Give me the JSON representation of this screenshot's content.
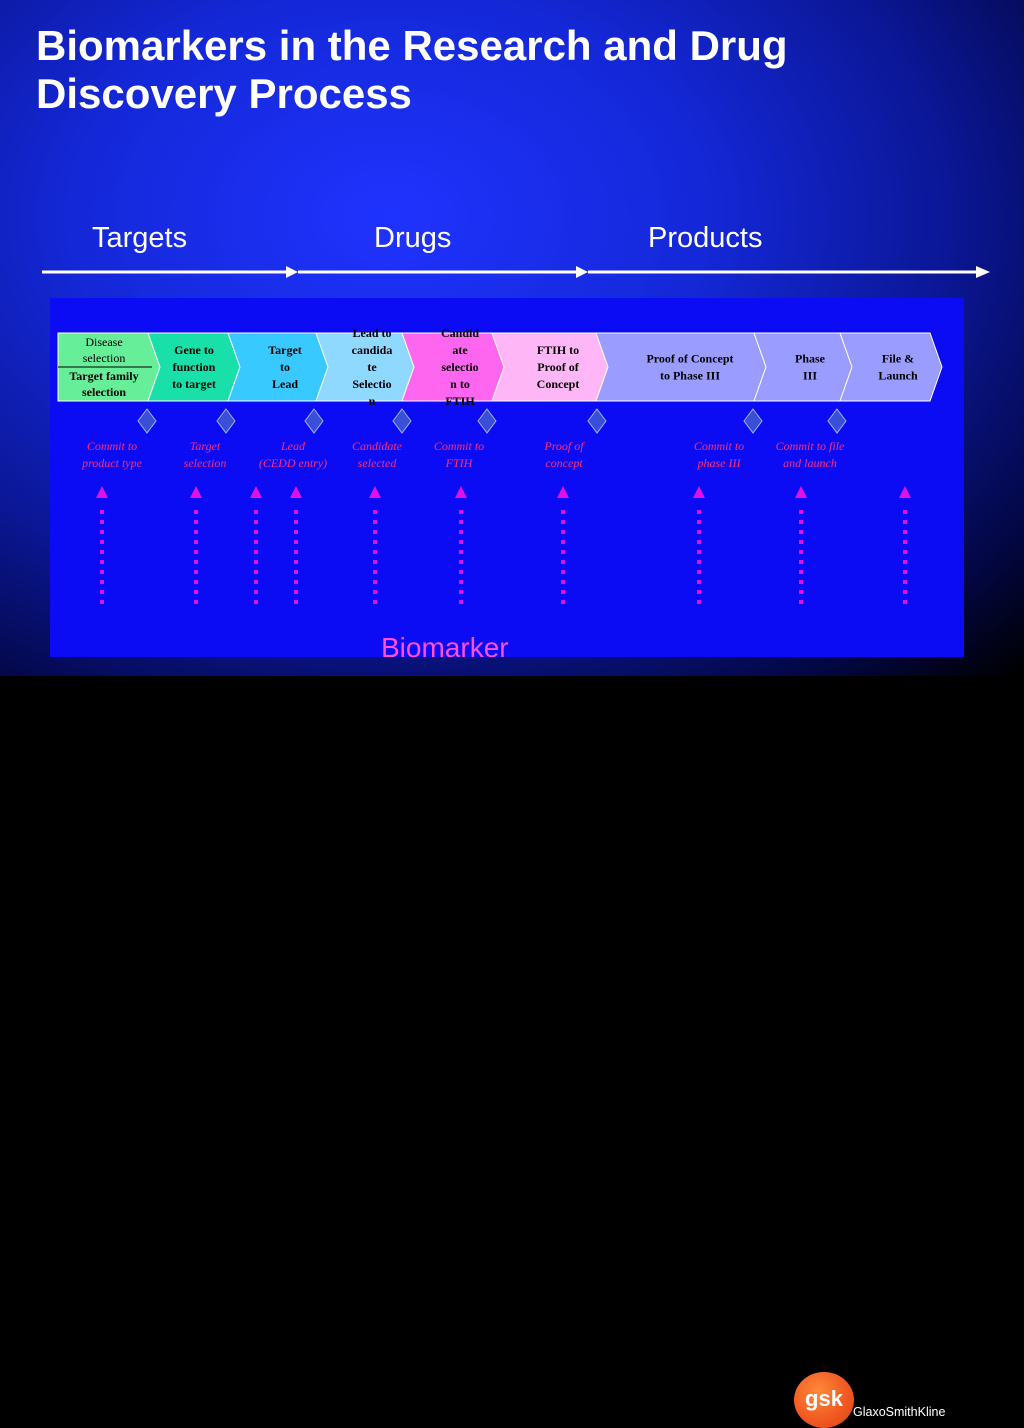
{
  "title": "Biomarkers in the Research and Drug Discovery Process",
  "phases": [
    "Targets",
    "Drugs",
    "Products"
  ],
  "stages": [
    {
      "lines": [
        "Disease",
        "selection"
      ],
      "lines2": [
        "Target family",
        "selection"
      ],
      "color": "#66ee99"
    },
    {
      "lines": [
        "Gene to",
        "function",
        "to target"
      ],
      "color": "#19e0a8"
    },
    {
      "lines": [
        "Target",
        "to",
        "Lead"
      ],
      "color": "#37c9ff"
    },
    {
      "lines": [
        "Lead to",
        "candida",
        "te",
        "Selectio",
        "n"
      ],
      "color": "#8fd8ff"
    },
    {
      "lines": [
        "Candid",
        "ate",
        "selectio",
        "n to",
        "FTIH"
      ],
      "color": "#ff66f0"
    },
    {
      "lines": [
        "FTIH to",
        "Proof of",
        "Concept"
      ],
      "color": "#ffb6f6"
    },
    {
      "lines": [
        "Proof of Concept",
        "to Phase III"
      ],
      "color": "#9a9cff"
    },
    {
      "lines": [
        "Phase",
        "III"
      ],
      "color": "#9a9cff"
    },
    {
      "lines": [
        "File &",
        "Launch"
      ],
      "color": "#9a9cff"
    }
  ],
  "milestones": [
    [
      "Commit to",
      "product type"
    ],
    [
      "Target",
      "selection"
    ],
    [
      "Lead",
      "(CEDD entry)"
    ],
    [
      "Candidate",
      "selected"
    ],
    [
      "Commit to",
      "FTIH"
    ],
    [
      "Proof of",
      "concept"
    ],
    [
      "Commit to",
      "phase III"
    ],
    [
      "Commit to file",
      "and launch"
    ]
  ],
  "biomarker_label": "Biomarker",
  "logo": {
    "mark": "gsk",
    "name": "GlaxoSmithKline"
  },
  "colors": {
    "marker_arrow": "#e010e8",
    "diamond": "#3a4fd8",
    "milestone_text": "#ff2d7a"
  }
}
